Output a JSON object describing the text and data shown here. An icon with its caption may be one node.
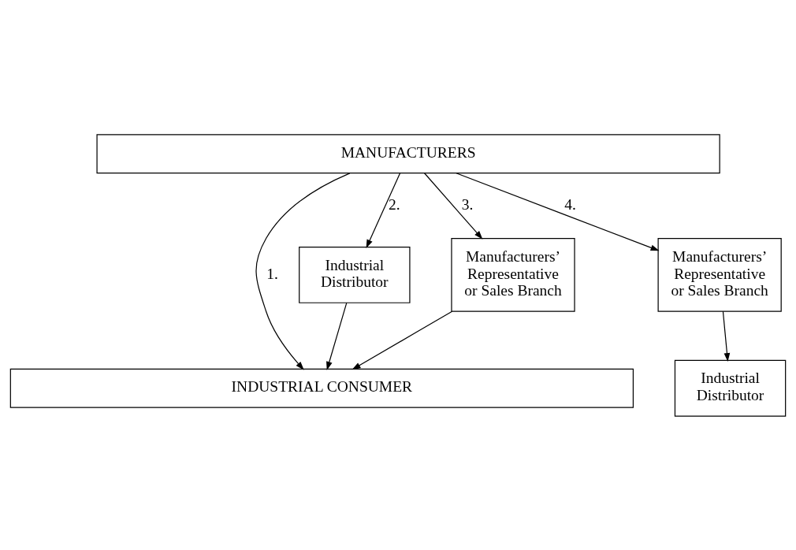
{
  "diagram": {
    "nodes": [
      {
        "text": [
          "MANUFACTURERS"
        ]
      },
      {
        "text": [
          "Manufacturers’ Representative or Sales Branch"
        ]
      },
      {
        "text": [
          "Manufacturers’ Representative or Sales Branch"
        ]
      },
      {
        "text": [
          "Industrial Distributor"
        ]
      },
      {
        "text": [
          "Industrial Distributor"
        ]
      },
      {
        "text": [
          "INDUSTRIAL CONSUMER"
        ]
      }
    ],
    "edges": [
      {
        "from": 0,
        "to": 5,
        "arrow": "to",
        "label": "1."
      },
      {
        "from": 0,
        "to": 3,
        "arrow": "to",
        "label": "2."
      },
      {
        "from": 3,
        "to": 5,
        "arrow": "to"
      },
      {
        "from": 0,
        "to": 1,
        "arrow": "to",
        "label": "3."
      },
      {
        "from": 1,
        "to": 5,
        "arrow": "to"
      },
      {
        "from": 0,
        "to": 2,
        "arrow": "to",
        "label": "4."
      },
      {
        "from": 2,
        "to": 4,
        "arrow": "to"
      }
    ]
  }
}
